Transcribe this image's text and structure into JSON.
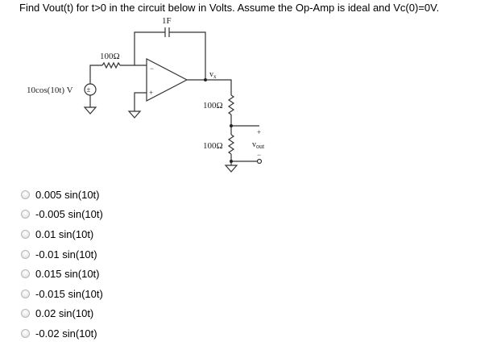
{
  "question": {
    "text": "Find Vout(t) for t>0 in the circuit below in Volts. Assume the Op-Amp is ideal and Vc(0)=0V."
  },
  "circuit": {
    "capacitor_label": "1F",
    "input_resistor_label": "100Ω",
    "source_label": "10cos(10t) V",
    "source_polarity": "±",
    "node_label": "v",
    "node_label_sub": "x",
    "divider_top_resistor_label": "100Ω",
    "divider_bottom_resistor_label": "100Ω",
    "output_label": "v",
    "output_label_sub": "out",
    "output_plus": "+",
    "output_minus": "−",
    "opamp_minus": "−",
    "opamp_plus": "+"
  },
  "answer_options": [
    {
      "label": "0.005 sin(10t)",
      "selected": false
    },
    {
      "label": "-0.005 sin(10t)",
      "selected": false
    },
    {
      "label": "0.01 sin(10t)",
      "selected": false
    },
    {
      "label": "-0.01 sin(10t)",
      "selected": false
    },
    {
      "label": "0.015 sin(10t)",
      "selected": false
    },
    {
      "label": "-0.015 sin(10t)",
      "selected": false
    },
    {
      "label": "0.02 sin(10t)",
      "selected": false
    },
    {
      "label": "-0.02 sin(10t)",
      "selected": false
    }
  ]
}
